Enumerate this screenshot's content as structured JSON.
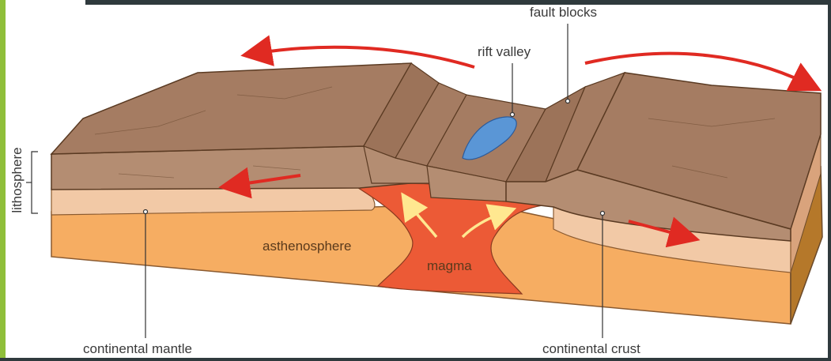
{
  "labels": {
    "fault_blocks": "fault blocks",
    "rift_valley": "rift valley",
    "lithosphere": "lithosphere",
    "asthenosphere": "asthenosphere",
    "magma": "magma",
    "continental_mantle": "continental mantle",
    "continental_crust": "continental crust"
  },
  "colors": {
    "crust_top": "#a57c62",
    "crust_side": "#b48d72",
    "mantle": "#f2c9a6",
    "asthenosphere": "#f6ad62",
    "magma": "#ec5a36",
    "lake": "#5a96d6",
    "arrow": "#e02a22",
    "magma_arrow": "#ffe890"
  }
}
